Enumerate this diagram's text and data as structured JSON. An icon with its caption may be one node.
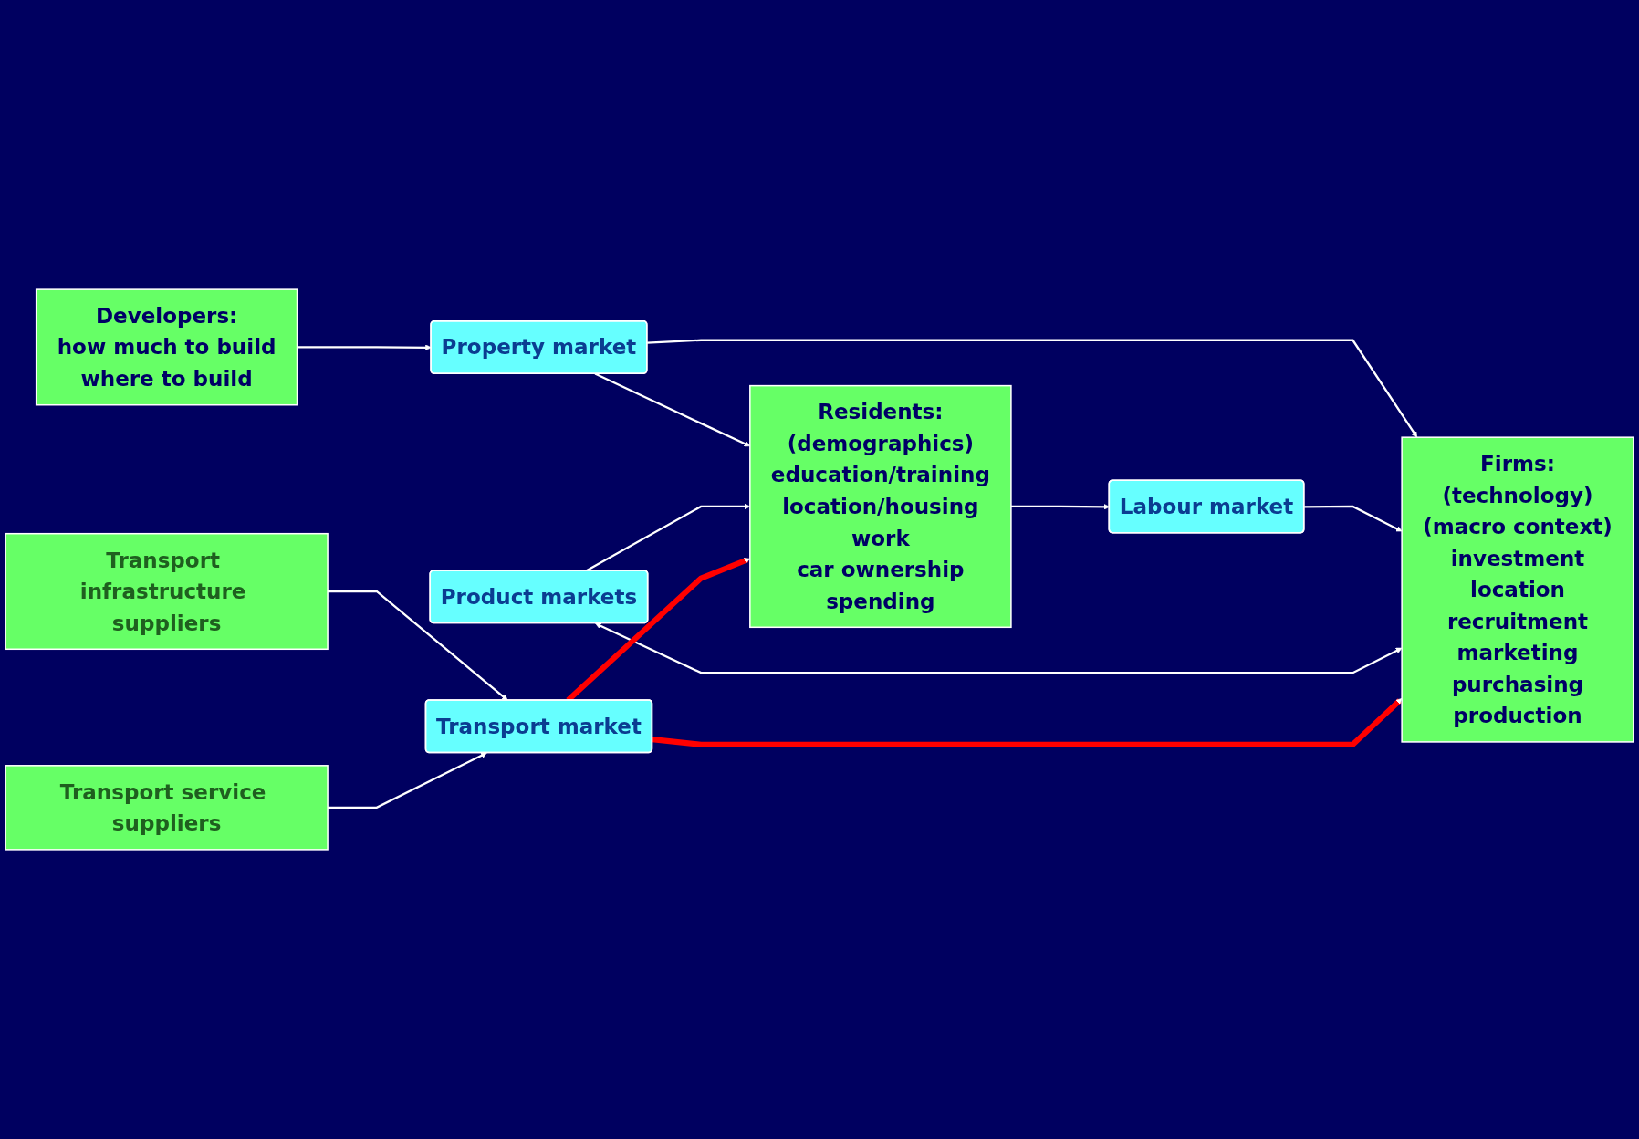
{
  "diagram": {
    "nodes": [
      {
        "text": [
          "Firms:",
          "(technology)",
          "(macro context)",
          "investment",
          "location",
          "recruitment",
          "marketing",
          "purchasing",
          "production"
        ]
      },
      {
        "text": [
          "Developers:",
          "how much to build",
          "where to build"
        ]
      },
      {
        "text": [
          "Residents:",
          "(demographics)",
          "education/training",
          "location/housing",
          "work",
          "car ownership",
          "spending"
        ]
      },
      {
        "text": [
          "Property market"
        ]
      },
      {
        "text": [
          "Labour market"
        ]
      },
      {
        "text": [
          "Product markets"
        ]
      },
      {
        "text": [
          "Transport market"
        ]
      },
      {
        "text": [
          "Transport infrastructure suppliers"
        ]
      },
      {
        "text": [
          "Transport service suppliers"
        ]
      }
    ],
    "edges": [
      {
        "from": 1,
        "to": 3,
        "arrow": "to"
      },
      {
        "from": 3,
        "to": 0,
        "arrow": "to"
      },
      {
        "from": 3,
        "to": 2,
        "arrow": "to"
      },
      {
        "from": 2,
        "to": 4,
        "arrow": "to"
      },
      {
        "from": 4,
        "to": 0,
        "arrow": "to"
      },
      {
        "from": 5,
        "to": 0,
        "arrow": "both"
      },
      {
        "from": 5,
        "to": 2,
        "arrow": "to"
      },
      {
        "from": 6,
        "to": 0,
        "arrow": "to",
        "style": "thick",
        "color": "#ff0000"
      },
      {
        "from": 6,
        "to": 2,
        "arrow": "to",
        "style": "thick",
        "color": "#ff0000"
      },
      {
        "from": 7,
        "to": 6,
        "arrow": "to"
      },
      {
        "from": 8,
        "to": 6,
        "arrow": "to"
      }
    ]
  }
}
